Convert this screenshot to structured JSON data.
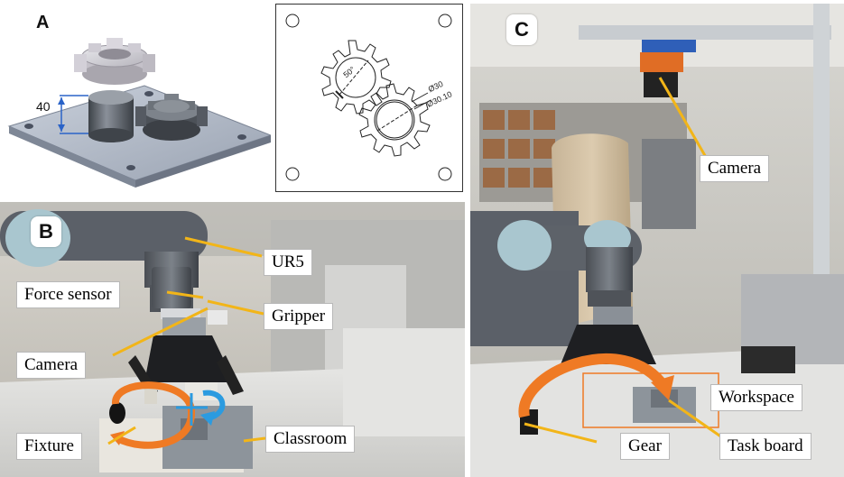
{
  "panels": {
    "a": {
      "letter": "A",
      "dimension_text": "40"
    },
    "drawing": {
      "angle_text": "50°",
      "dim1_text": "Ø30",
      "dim2_text": "Ø30.10"
    },
    "b": {
      "letter": "B",
      "labels": {
        "ur5": "UR5",
        "force_sensor": "Force sensor",
        "gripper": "Gripper",
        "camera": "Camera",
        "fixture": "Fixture",
        "classroom": "Classroom"
      }
    },
    "c": {
      "letter": "C",
      "labels": {
        "camera": "Camera",
        "workspace": "Workspace",
        "gear": "Gear",
        "task_board": "Task board"
      }
    }
  },
  "colors": {
    "pointer": "#f2b518",
    "arrow_orange": "#ef7a24",
    "arrow_blue": "#2b9be0",
    "plate": "#9aa6b8",
    "part_dark": "#5a6068"
  }
}
